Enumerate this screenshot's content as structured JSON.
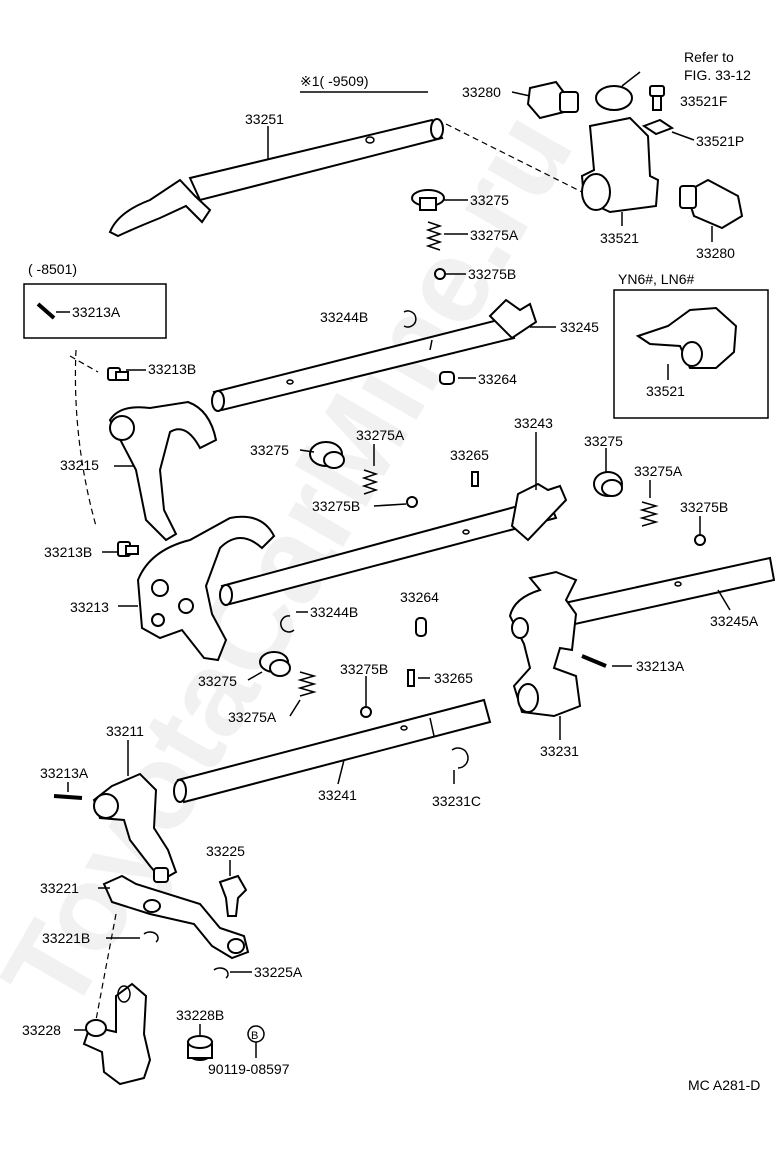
{
  "watermark": "ToyotaCarMine.ru",
  "header_note": "※1(    -9509)",
  "sub_note_8501": "(    -8501)",
  "refer_note_1": "Refer to",
  "refer_note_2": "FIG. 33-12",
  "variant_label": "YN6#, LN6#",
  "figure_code": "MC A281-D",
  "bolt_spec": "90119-08597",
  "bolt_symbol": "B",
  "labels": {
    "p33251": "33251",
    "p33280a": "33280",
    "p33280b": "33280",
    "p33521": "33521",
    "p33521f": "33521F",
    "p33521p": "33521P",
    "p33521b": "33521",
    "p33275a": "33275",
    "p33275A_a": "33275A",
    "p33275B_a": "33275B",
    "p33213A_box": "33213A",
    "p33244B_a": "33244B",
    "p33245": "33245",
    "p33213B_a": "33213B",
    "p33264_a": "33264",
    "p33215": "33215",
    "p33275b": "33275",
    "p33275A_b": "33275A",
    "p33275B_b": "33275B",
    "p33265_a": "33265",
    "p33243": "33243",
    "p33275c": "33275",
    "p33275A_c": "33275A",
    "p33275B_c": "33275B",
    "p33213B_b": "33213B",
    "p33213": "33213",
    "p33244B_b": "33244B",
    "p33264_b": "33264",
    "p33245A": "33245A",
    "p33213A_b": "33213A",
    "p33275d": "33275",
    "p33275B_d": "33275B",
    "p33265_b": "33265",
    "p33275A_d": "33275A",
    "p33211": "33211",
    "p33213A_c": "33213A",
    "p33241": "33241",
    "p33231": "33231",
    "p33231C": "33231C",
    "p33225": "33225",
    "p33221": "33221",
    "p33221B": "33221B",
    "p33225A": "33225A",
    "p33228": "33228",
    "p33228B": "33228B"
  }
}
